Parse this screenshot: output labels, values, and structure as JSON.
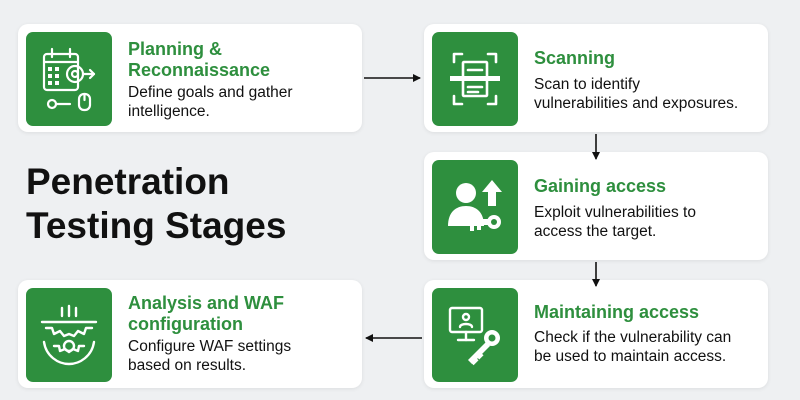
{
  "title_line1": "Penetration",
  "title_line2": "Testing Stages",
  "colors": {
    "accent": "#2e8f3e",
    "background": "#eef0f2",
    "card": "#ffffff",
    "text": "#111111"
  },
  "stages": [
    {
      "title_line1": "Planning &",
      "title_line2": "Reconnaissance",
      "desc_line1": "Define goals and gather",
      "desc_line2": "intelligence.",
      "icon": "calendar-target-icon"
    },
    {
      "title_line1": "Scanning",
      "title_line2": "",
      "desc_line1": "Scan to identify",
      "desc_line2": "vulnerabilities and exposures.",
      "icon": "document-scanner-icon"
    },
    {
      "title_line1": "Gaining access",
      "title_line2": "",
      "desc_line1": "Exploit vulnerabilities to",
      "desc_line2": "access the target.",
      "icon": "user-key-icon"
    },
    {
      "title_line1": "Maintaining access",
      "title_line2": "",
      "desc_line1": "Check if the vulnerability can",
      "desc_line2": "be used to maintain access.",
      "icon": "computer-key-icon"
    },
    {
      "title_line1": "Analysis and WAF",
      "title_line2": "configuration",
      "desc_line1": "Configure WAF settings",
      "desc_line2": "based on results.",
      "icon": "gear-shield-icon"
    }
  ]
}
